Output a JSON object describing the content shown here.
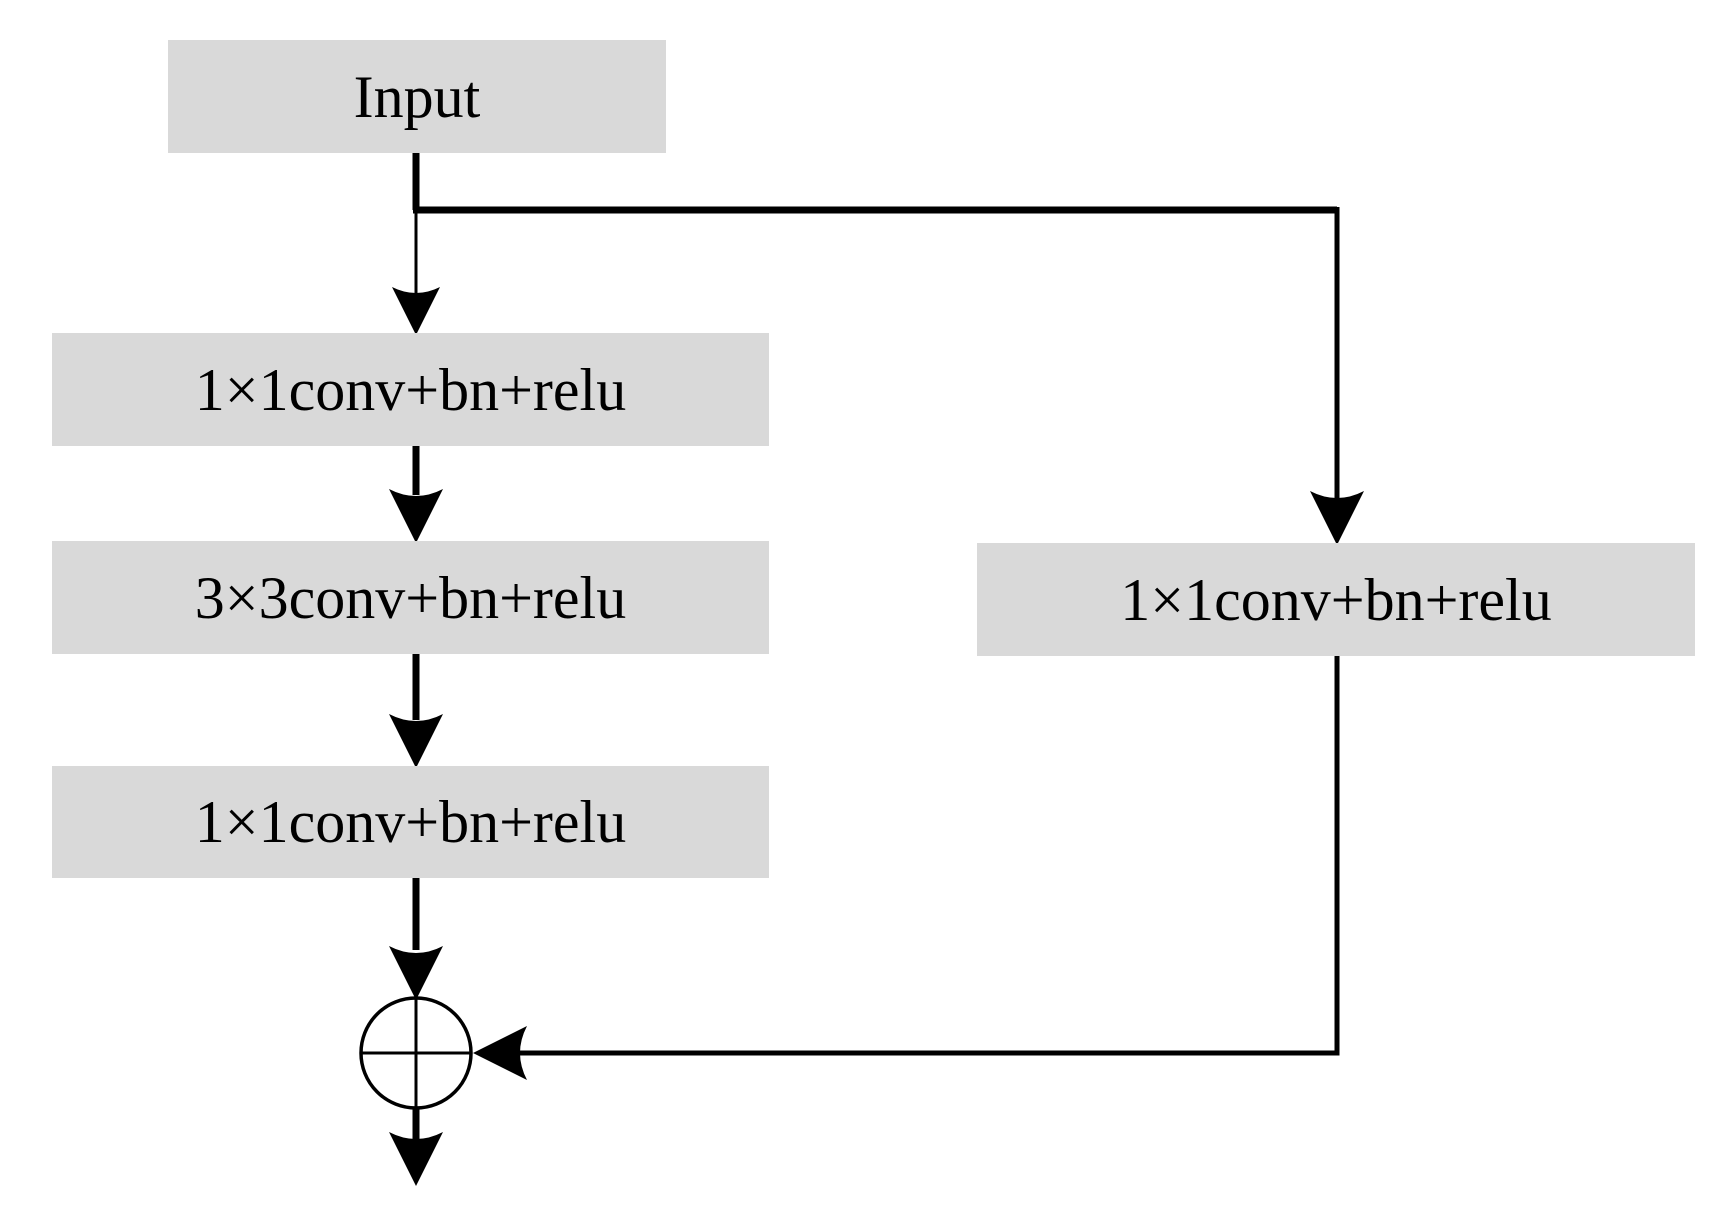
{
  "diagram": {
    "type": "flowchart",
    "background_color": "#ffffff",
    "box_fill_color": "#d9d9d9",
    "line_color": "#000000",
    "text_color": "#000000",
    "nodes": {
      "input": {
        "label": "Input"
      },
      "conv1": {
        "label": "1×1conv+bn+relu"
      },
      "conv2": {
        "label": "3×3conv+bn+relu"
      },
      "conv3": {
        "label": "1×1conv+bn+relu"
      },
      "shortcut": {
        "label": "1×1conv+bn+relu"
      },
      "sum": {
        "symbol": "⊕"
      }
    },
    "edges": [
      {
        "from": "input",
        "to": "conv1"
      },
      {
        "from": "input",
        "to": "shortcut"
      },
      {
        "from": "conv1",
        "to": "conv2"
      },
      {
        "from": "conv2",
        "to": "conv3"
      },
      {
        "from": "conv3",
        "to": "sum"
      },
      {
        "from": "shortcut",
        "to": "sum"
      },
      {
        "from": "sum",
        "to": "output"
      }
    ]
  }
}
